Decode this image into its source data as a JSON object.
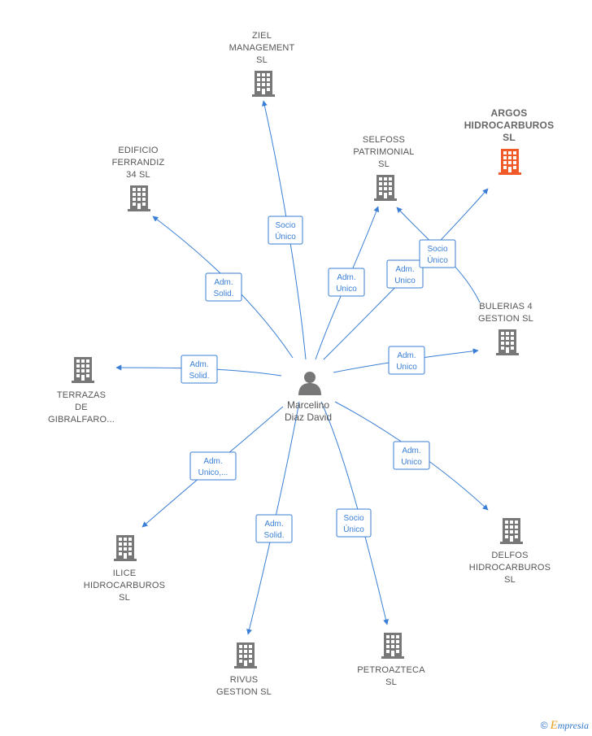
{
  "center": {
    "name": [
      "Marcelino",
      "Diaz David"
    ],
    "icon": "person-icon"
  },
  "nodes": [
    {
      "id": "ziel",
      "label": [
        "ZIEL",
        "MANAGEMENT",
        "SL"
      ],
      "icon": "building-icon",
      "color": "#777777",
      "highlight": false
    },
    {
      "id": "edificio",
      "label": [
        "EDIFICIO",
        "FERRANDIZ",
        "34  SL"
      ],
      "icon": "building-icon",
      "color": "#777777",
      "highlight": false
    },
    {
      "id": "selfoss",
      "label": [
        "SELFOSS",
        "PATRIMONIAL",
        "SL"
      ],
      "icon": "building-icon",
      "color": "#777777",
      "highlight": false
    },
    {
      "id": "argos",
      "label": [
        "ARGOS",
        "HIDROCARBUROS",
        "SL"
      ],
      "icon": "building-icon",
      "color": "#f05a28",
      "highlight": true
    },
    {
      "id": "bulerias",
      "label": [
        "BULERIAS 4",
        "GESTION SL"
      ],
      "icon": "building-icon",
      "color": "#777777",
      "highlight": false
    },
    {
      "id": "terrazas",
      "label": [
        "TERRAZAS",
        "DE",
        "GIBRALFARO..."
      ],
      "icon": "building-icon",
      "color": "#777777",
      "highlight": false
    },
    {
      "id": "ilice",
      "label": [
        "ILICE",
        "HIDROCARBUROS",
        "SL"
      ],
      "icon": "building-icon",
      "color": "#777777",
      "highlight": false
    },
    {
      "id": "rivus",
      "label": [
        "RIVUS",
        "GESTION  SL"
      ],
      "icon": "building-icon",
      "color": "#777777",
      "highlight": false
    },
    {
      "id": "petroazteca",
      "label": [
        "PETROAZTECA",
        "SL"
      ],
      "icon": "building-icon",
      "color": "#777777",
      "highlight": false
    },
    {
      "id": "delfos",
      "label": [
        "DELFOS",
        "HIDROCARBUROS",
        "SL"
      ],
      "icon": "building-icon",
      "color": "#777777",
      "highlight": false
    }
  ],
  "edges": [
    {
      "id": "e-ziel",
      "label": [
        "Socio",
        "Único"
      ]
    },
    {
      "id": "e-edificio",
      "label": [
        "Adm.",
        "Solid."
      ]
    },
    {
      "id": "e-selfoss",
      "label": [
        "Adm.",
        "Unico"
      ]
    },
    {
      "id": "e-argos",
      "label": [
        "Adm.",
        "Unico"
      ]
    },
    {
      "id": "e-bulerias-selfoss",
      "label": [
        "Socio",
        "Único"
      ]
    },
    {
      "id": "e-bulerias",
      "label": [
        "Adm.",
        "Unico"
      ]
    },
    {
      "id": "e-terrazas",
      "label": [
        "Adm.",
        "Solid."
      ]
    },
    {
      "id": "e-ilice",
      "label": [
        "Adm.",
        "Unico,..."
      ]
    },
    {
      "id": "e-rivus",
      "label": [
        "Adm.",
        "Solid."
      ]
    },
    {
      "id": "e-petroazteca",
      "label": [
        "Socio",
        "Único"
      ]
    },
    {
      "id": "e-delfos",
      "label": [
        "Adm.",
        "Unico"
      ]
    }
  ],
  "colors": {
    "edge": "#3a7fd5",
    "node": "#777777",
    "highlight": "#f05a28"
  },
  "footer": {
    "copyright": "©",
    "brand_first": "E",
    "brand_rest": "mpresia"
  }
}
